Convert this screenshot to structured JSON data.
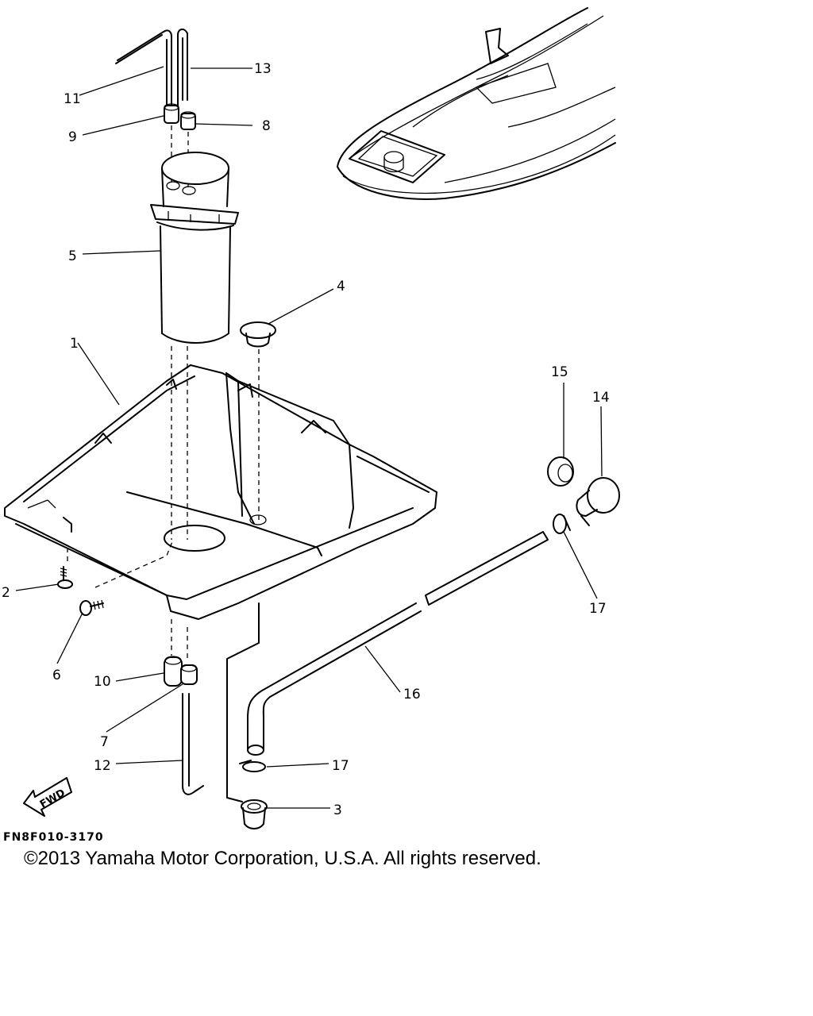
{
  "callouts": {
    "c1": "1",
    "c2": "2",
    "c3": "3",
    "c4": "4",
    "c5": "5",
    "c6": "6",
    "c7": "7",
    "c8": "8",
    "c9": "9",
    "c10": "10",
    "c11": "11",
    "c12": "12",
    "c13": "13",
    "c14": "14",
    "c15": "15",
    "c16": "16",
    "c17a": "17",
    "c17b": "17"
  },
  "fwd_label": "FWD",
  "drawing_code": "FN8F010-3170",
  "copyright": "©2013 Yamaha Motor Corporation, U.S.A. All rights reserved."
}
